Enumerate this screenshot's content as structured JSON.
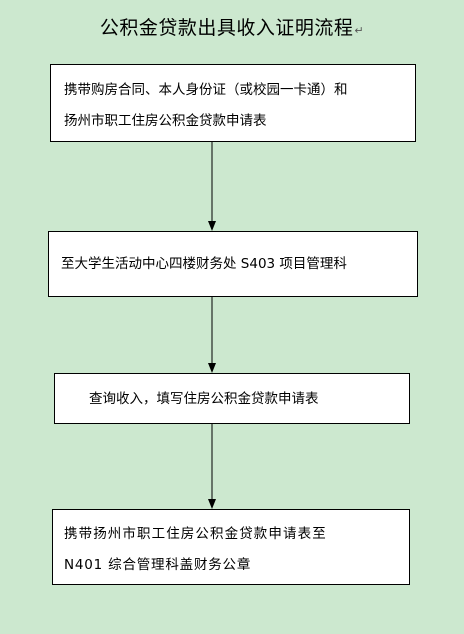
{
  "title": "公积金贷款出具收入证明流程",
  "title_mark": "↵",
  "steps": [
    {
      "lines": [
        "携带购房合同、本人身份证（或校园一卡通）和",
        "扬州市职工住房公积金贷款申请表"
      ]
    },
    {
      "lines": [
        "至大学生活动中心四楼财务处 S403 项目管理科"
      ]
    },
    {
      "lines": [
        "查询收入，填写住房公积金贷款申请表"
      ]
    },
    {
      "lines": [
        "携带扬州市职工住房公积金贷款申请表至",
        "N401 综合管理科盖财务公章"
      ]
    }
  ],
  "colors": {
    "background": "#cce8cf",
    "box_fill": "#ffffff",
    "stroke": "#000000"
  }
}
